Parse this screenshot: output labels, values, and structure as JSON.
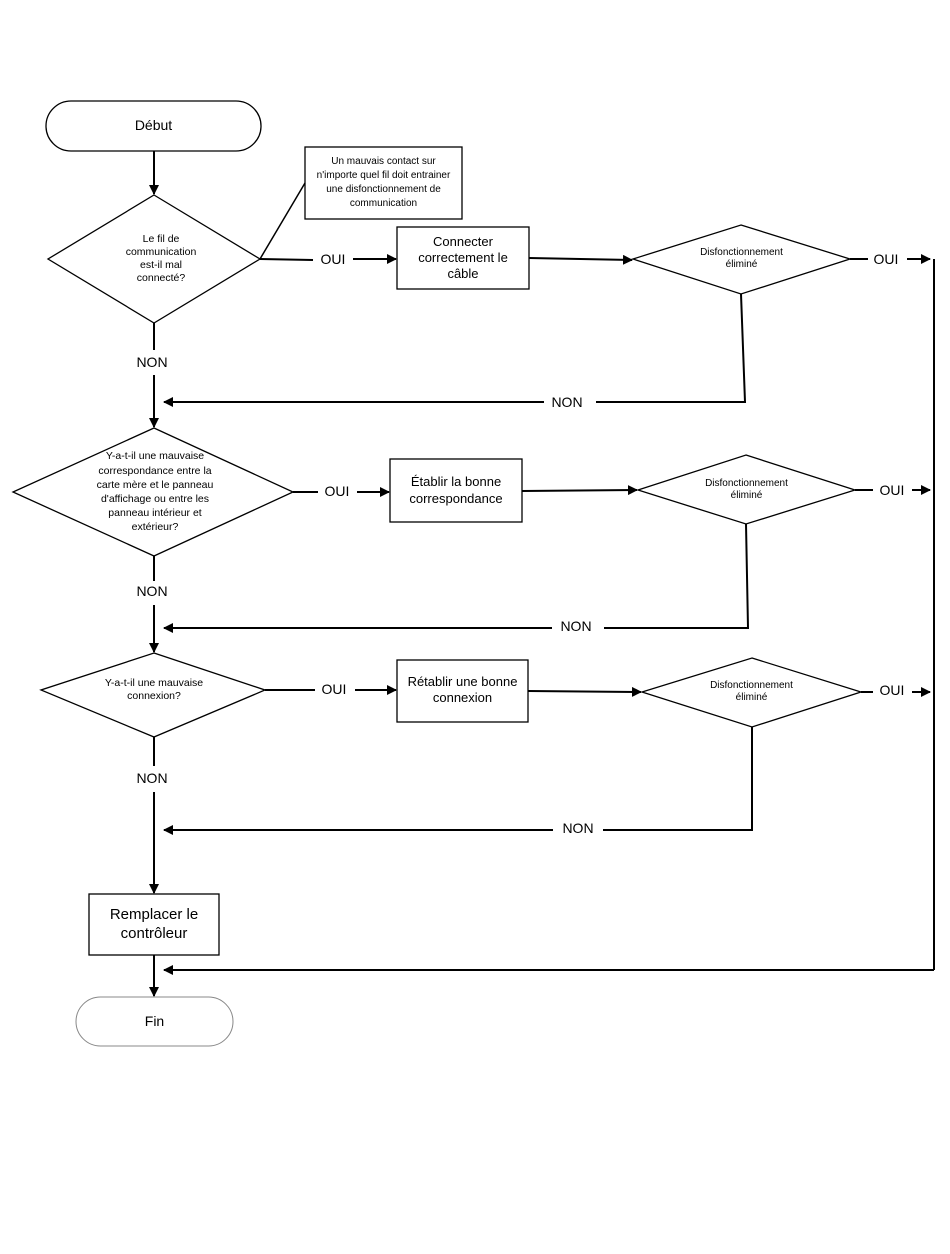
{
  "start": "Début",
  "end": "Fin",
  "note": "Un mauvais contact sur n'importe quel fil doit entrainer une disfonctionnement de communication",
  "questions": [
    "Le fil de communication est-il mal connecté?",
    "Y-a-t-il une mauvaise correspondance entre la carte mère et le panneau d'affichage ou entre les panneau intérieur et extérieur?",
    "Y-a-t-il une mauvaise connexion?"
  ],
  "actions": [
    "Connecter correctement le câble",
    "Établir la bonne correspondance",
    "Rétablir une bonne connexion"
  ],
  "checks": [
    "Disfonctionnement éliminé",
    "Disfonctionnement éliminé",
    "Disfonctionnement éliminé"
  ],
  "final_action": "Remplacer le contrôleur",
  "labels": {
    "yes": "OUI",
    "no": "NON"
  }
}
